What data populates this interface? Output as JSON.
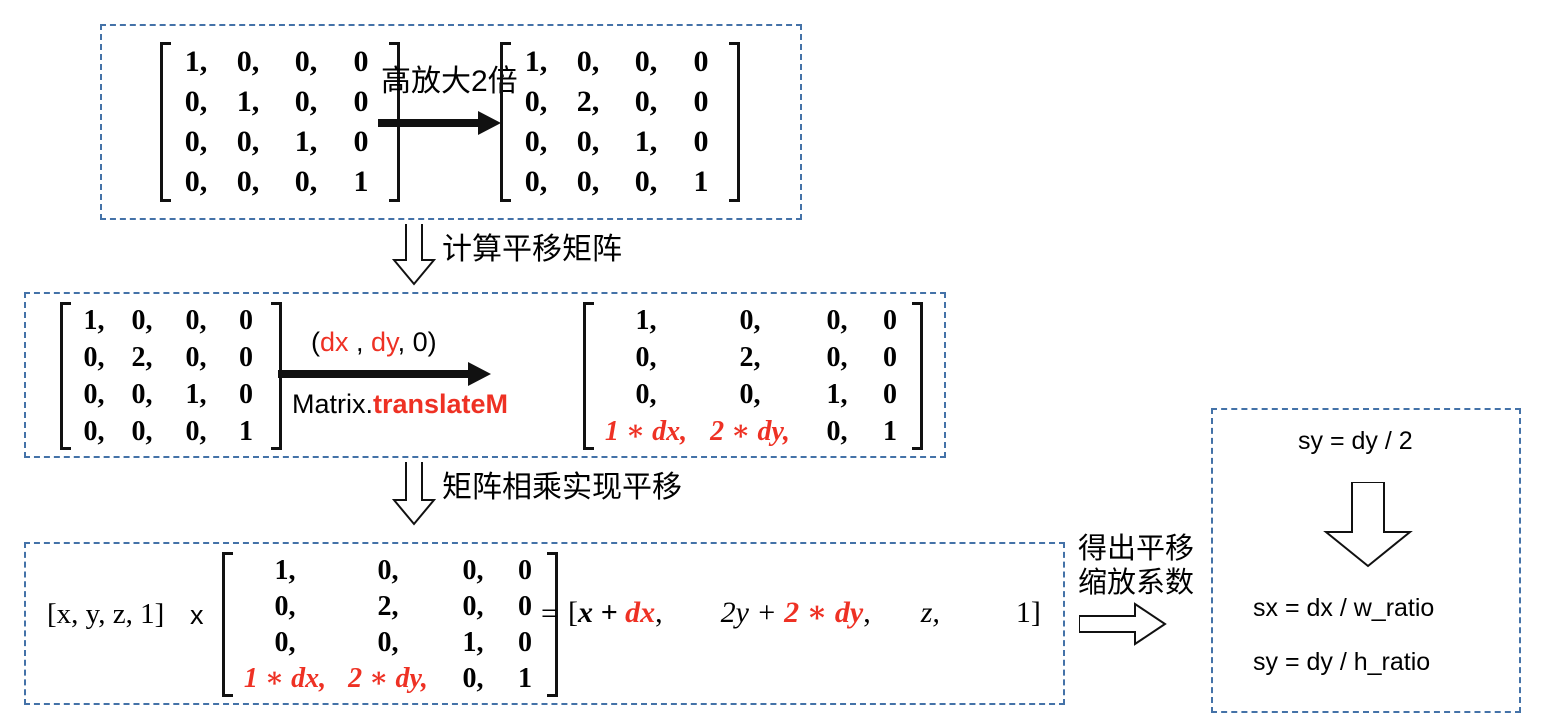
{
  "diagram": {
    "title": "Matrix translate/scale derivation flow",
    "accent_color": "#ee3124",
    "box_border_color": "#4472a8"
  },
  "step1": {
    "name": "identity-to-scale",
    "source_matrix": [
      [
        "1,",
        "0,",
        "0,",
        "0"
      ],
      [
        "0,",
        "1,",
        "0,",
        "0"
      ],
      [
        "0,",
        "0,",
        "1,",
        "0"
      ],
      [
        "0,",
        "0,",
        "0,",
        "1"
      ]
    ],
    "arrow_label": "高放大2倍",
    "result_matrix": [
      [
        "1,",
        "0,",
        "0,",
        "0"
      ],
      [
        "0,",
        "2,",
        "0,",
        "0"
      ],
      [
        "0,",
        "0,",
        "1,",
        "0"
      ],
      [
        "0,",
        "0,",
        "0,",
        "1"
      ]
    ]
  },
  "connector1": {
    "label": "计算平移矩阵"
  },
  "step2": {
    "name": "translate-matrix",
    "source_matrix": [
      [
        "1,",
        "0,",
        "0,",
        "0"
      ],
      [
        "0,",
        "2,",
        "0,",
        "0"
      ],
      [
        "0,",
        "0,",
        "1,",
        "0"
      ],
      [
        "0,",
        "0,",
        "0,",
        "1"
      ]
    ],
    "arrow_top_label": {
      "open": "(",
      "dx": "dx",
      "sep1": " ,  ",
      "dy": "dy",
      "sep2": ",  ",
      "z": "0",
      "close": ")"
    },
    "arrow_bottom_label": {
      "prefix": "Matrix.",
      "method": "translateM"
    },
    "result_matrix": [
      [
        "1,",
        "0,",
        "0,",
        "0"
      ],
      [
        "0,",
        "2,",
        "0,",
        "0"
      ],
      [
        "0,",
        "0,",
        "1,",
        "0"
      ],
      [
        "1 ∗ dx,",
        "2 ∗ dy,",
        "0,",
        "1"
      ]
    ],
    "result_red_row_index": 3
  },
  "connector2": {
    "label": "矩阵相乘实现平移"
  },
  "step3": {
    "name": "vector-matrix-product",
    "vector": "[x, y, z, 1]",
    "times_symbol": "x",
    "matrix": [
      [
        "1,",
        "0,",
        "0,",
        "0"
      ],
      [
        "0,",
        "2,",
        "0,",
        "0"
      ],
      [
        "0,",
        "0,",
        "1,",
        "0"
      ],
      [
        "1 ∗ dx,",
        "2 ∗ dy,",
        "0,",
        "1"
      ]
    ],
    "equals_symbol": "=",
    "result": {
      "open": "[",
      "c1_black": "x + ",
      "c1_red": "dx",
      "c1_comma": ",",
      "c2_black": "2y + ",
      "c2_red": "2 ∗ dy",
      "c2_comma": ",",
      "c3": "z,",
      "c4": "1]"
    }
  },
  "connector3": {
    "label_line1": "得出平移",
    "label_line2": "缩放系数"
  },
  "panel": {
    "name": "scale-coefficients",
    "top_formula": "sy = dy / 2",
    "bottom_formulas": [
      "sx = dx / w_ratio",
      "sy = dy / h_ratio"
    ]
  }
}
